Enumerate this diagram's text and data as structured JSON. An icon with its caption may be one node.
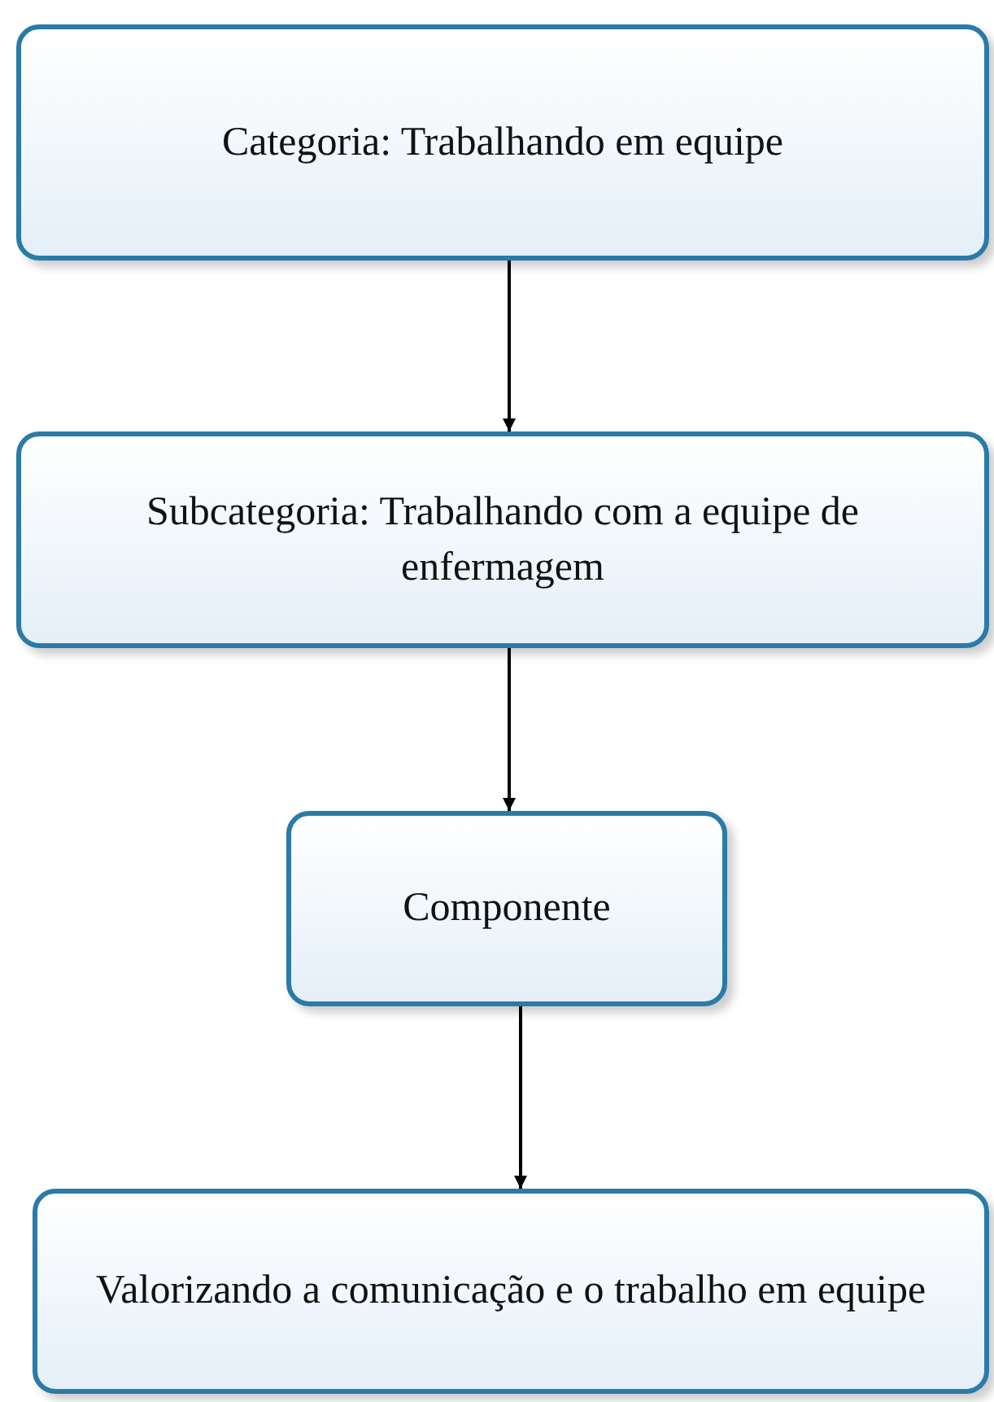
{
  "diagram": {
    "nodes": [
      {
        "text": [
          "Categoria: Trabalhando em equipe"
        ]
      },
      {
        "text": [
          "Subcategoria: Trabalhando com a equipe de enfermagem"
        ]
      },
      {
        "text": [
          "Componente"
        ]
      },
      {
        "text": [
          "Valorizando a comunicação e o trabalho em equipe"
        ]
      }
    ],
    "edges": [
      {
        "from": 0,
        "to": 1,
        "arrow": "to"
      },
      {
        "from": 1,
        "to": 2,
        "arrow": "to"
      },
      {
        "from": 2,
        "to": 3,
        "arrow": "to"
      }
    ]
  }
}
